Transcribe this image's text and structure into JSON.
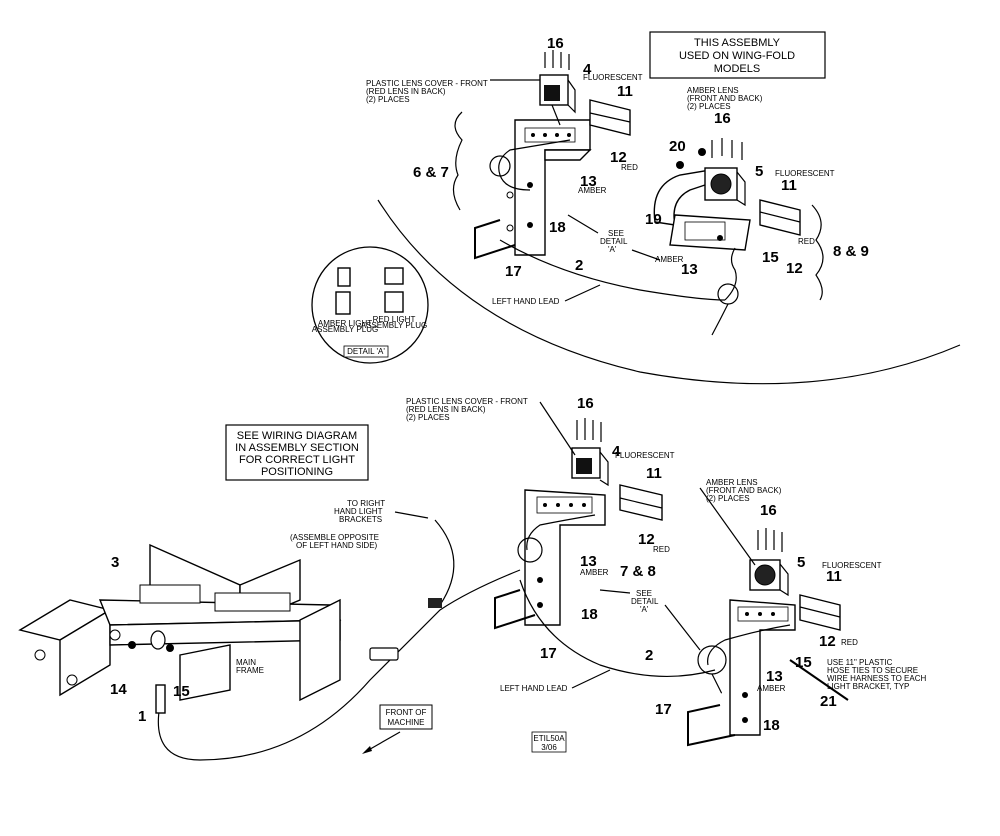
{
  "notes": {
    "wing_fold": [
      "THIS ASSEBMLY",
      "USED ON WING-FOLD",
      "MODELS"
    ],
    "wiring": [
      "SEE WIRING DIAGRAM",
      "IN ASSEMBLY SECTION",
      "FOR CORRECT LIGHT",
      "POSITIONING"
    ],
    "front_of_machine": [
      "FRONT OF",
      "MACHINE"
    ],
    "drawing_id": [
      "ETIL50A",
      "3/06"
    ]
  },
  "detail_a": {
    "amber_plug": [
      "AMBER LIGHT",
      "ASSEMBLY PLUG"
    ],
    "red_plug": [
      "RED LIGHT",
      "ASSEMBLY PLUG"
    ],
    "title": "DETAIL 'A'"
  },
  "top": {
    "plastic_lens": [
      "PLASTIC LENS COVER - FRONT",
      "(RED LENS IN BACK)",
      "(2) PLACES"
    ],
    "amber_lens": [
      "AMBER LENS",
      "(FRONT AND BACK)",
      "(2) PLACES"
    ],
    "fluorescent_1": "FLUORESCENT",
    "fluorescent_2": "FLUORESCENT",
    "red_1": "RED",
    "red_2": "RED",
    "amber_1": "AMBER",
    "amber_2": "AMBER",
    "see_detail": [
      "SEE",
      "DETAIL",
      "'A'"
    ],
    "left_hand_lead": "LEFT HAND LEAD",
    "n16a": "16",
    "n4": "4",
    "n11a": "11",
    "n12a": "12",
    "n13a": "13",
    "n67": "6 & 7",
    "n18": "18",
    "n17": "17",
    "n2": "2",
    "n20": "20",
    "n16b": "16",
    "n5": "5",
    "n11b": "11",
    "n19": "19",
    "n13b": "13",
    "n15": "15",
    "n12b": "12",
    "n89": "8 & 9"
  },
  "bottom": {
    "plastic_lens": [
      "PLASTIC LENS COVER - FRONT",
      "(RED LENS IN BACK)",
      "(2) PLACES"
    ],
    "amber_lens": [
      "AMBER LENS",
      "(FRONT AND BACK)",
      "(2) PLACES"
    ],
    "fluorescent_1": "FLUORESCENT",
    "fluorescent_2": "FLUORESCENT",
    "red_1": "RED",
    "red_2": "RED",
    "amber_1": "AMBER",
    "amber_2": "AMBER",
    "see_detail": [
      "SEE",
      "DETAIL",
      "'A'"
    ],
    "left_hand_lead": "LEFT HAND LEAD",
    "to_right": [
      "TO RIGHT",
      "HAND LIGHT",
      "BRACKETS",
      "(ASSEMBLE OPPOSITE",
      "OF LEFT HAND SIDE)"
    ],
    "main_frame": [
      "MAIN",
      "FRAME"
    ],
    "hose_ties": [
      "USE 11\" PLASTIC",
      "HOSE TIES TO SECURE",
      "WIRE HARNESS TO EACH",
      "LIGHT BRACKET, TYP"
    ],
    "n16a": "16",
    "n4": "4",
    "n11a": "11",
    "n12a": "12",
    "n13a": "13",
    "n78": "7 & 8",
    "n18a": "18",
    "n17a": "17",
    "n2": "2",
    "n16b": "16",
    "n5": "5",
    "n11b": "11",
    "n12b": "12",
    "n15": "15",
    "n13b": "13",
    "n21": "21",
    "n17b": "17",
    "n18b": "18",
    "n3": "3",
    "n14": "14",
    "n15b": "15",
    "n1": "1"
  }
}
